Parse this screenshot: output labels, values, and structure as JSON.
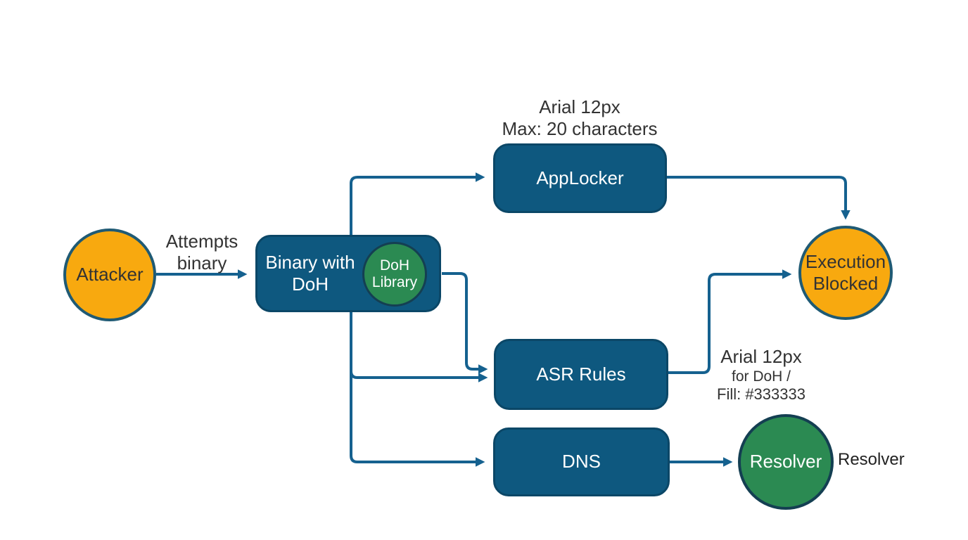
{
  "palette": {
    "box_fill": "#0E587F",
    "box_border": "#0B4767",
    "arrow": "#15618F",
    "orange_fill": "#F8A90F",
    "orange_border": "#1F5A74",
    "green_fill": "#2B8A52",
    "green_border": "#143F52",
    "annotation_text": "#333333",
    "node_text": "#FFFFFF"
  },
  "nodes": {
    "attacker": {
      "label": "Attacker"
    },
    "binary": {
      "lines": [
        "Binary with",
        "DoH"
      ]
    },
    "doh_library": {
      "lines": [
        "DoH",
        "Library"
      ]
    },
    "applocker": {
      "label": "AppLocker"
    },
    "asr": {
      "label": "ASR Rules"
    },
    "dns": {
      "label": "DNS"
    },
    "execution": {
      "lines": [
        "Execution",
        "Blocked"
      ]
    },
    "resolver": {
      "label": "Resolver"
    }
  },
  "labels": {
    "attempts": {
      "lines": [
        "Attempts",
        "binary"
      ]
    },
    "applocker_note": {
      "lines": [
        "Arial 12px",
        "Max: 20 characters"
      ]
    },
    "asr_note": {
      "lines": [
        "Arial 12px",
        "for DoH /",
        "Fill: #333333"
      ]
    },
    "resolver_note": {
      "label": "Resolver"
    }
  }
}
